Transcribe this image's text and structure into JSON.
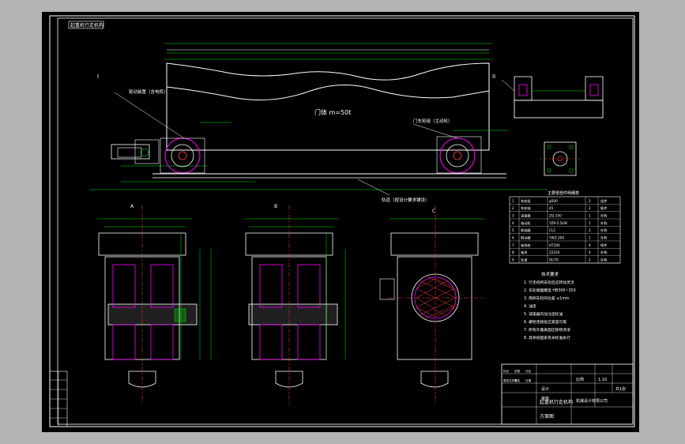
{
  "drawing": {
    "title_tag": "起重机行走机构",
    "mass_label": "门体  m=50t",
    "leader_notes": {
      "drive_unit": "驱动装置（含电机）",
      "wheel_group": "门车轮组（主动轮）",
      "rail": "轨道（按设计要求铺设）"
    },
    "callouts": {
      "left_section": "A",
      "mid_section": "B",
      "right_section": "C",
      "detail_left": "I",
      "detail_right": "II"
    },
    "notes_title": "技术要求",
    "tech_notes": [
      "1. 行走机构安装后应转动灵活",
      "2. 车轮踏面硬度 HB300~350",
      "3. 两侧车轮同位差 ≤1mm",
      "4. 油漆",
      "5. 减速器内加注齿轮油",
      "6. 螺栓连接处应紧固可靠",
      "7. 所有外露表面应除锈涂漆",
      "8. 其余按国家有关标准执行"
    ],
    "parts_table": {
      "title": "主要零部件明细表",
      "rows": [
        [
          "1",
          "车轮组",
          "φ500",
          "2",
          "组件"
        ],
        [
          "2",
          "车轮轴",
          "45",
          "2",
          "锻件"
        ],
        [
          "3",
          "减速器",
          "ZQ-350",
          "1",
          "外购"
        ],
        [
          "4",
          "电动机",
          "YZR-5.5kW",
          "1",
          "外购"
        ],
        [
          "5",
          "联轴器",
          "CL2",
          "2",
          "外购"
        ],
        [
          "6",
          "制动器",
          "YWZ-200",
          "1",
          "外购"
        ],
        [
          "7",
          "轴承座",
          "HT200",
          "4",
          "铸件"
        ],
        [
          "8",
          "轴承",
          "22220",
          "4",
          "外购"
        ],
        [
          "9",
          "轨道",
          "QU70",
          "2",
          "外购"
        ]
      ]
    },
    "title_block": {
      "drawing_name": "起重机行走机构",
      "scale_label": "比例",
      "scale": "1:10",
      "sheet": "共1张",
      "designer": "设计",
      "checker": "审核",
      "unit": "机械设计有限公司",
      "drawing_no": "方案图"
    },
    "revision_block": [
      "标记",
      "处数",
      "分区",
      "更改文件号",
      "签名",
      "日期"
    ]
  }
}
